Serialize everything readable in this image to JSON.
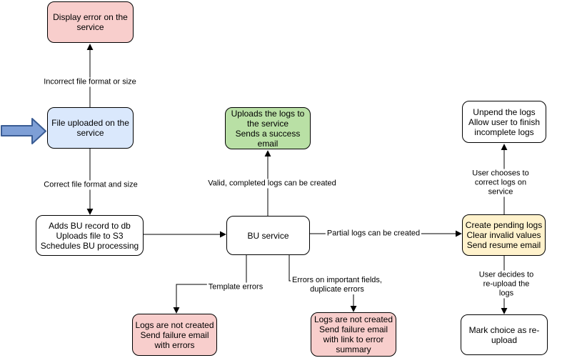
{
  "diagram": {
    "nodes": [
      {
        "id": "display-error",
        "label": "Display error on the\nservice",
        "color": "#f8cecc"
      },
      {
        "id": "file-uploaded",
        "label": "File uploaded on the\nservice",
        "color": "#dae8fc"
      },
      {
        "id": "adds-bu-record",
        "label": "Adds BU record to db\nUploads file to S3\nSchedules BU processing",
        "color": "#ffffff"
      },
      {
        "id": "bu-service",
        "label": "BU service",
        "color": "#ffffff"
      },
      {
        "id": "upload-success",
        "label": "Uploads the logs to\nthe service\nSends a success\nemail",
        "color": "#b9e0a5"
      },
      {
        "id": "unpend-logs",
        "label": "Unpend the logs\nAllow user to finish\nincomplete logs",
        "color": "#ffffff"
      },
      {
        "id": "create-pending-logs",
        "label": "Create pending logs\nClear invalid values\nSend resume email",
        "color": "#fff2cc"
      },
      {
        "id": "mark-reupload",
        "label": "Mark choice as re-\nupload",
        "color": "#ffffff"
      },
      {
        "id": "logs-failure-errors",
        "label": "Logs are not created\nSend failure email\nwith errors",
        "color": "#f8cecc"
      },
      {
        "id": "logs-failure-summary",
        "label": "Logs are not created\nSend failure email\nwith link to error\nsummary",
        "color": "#f8cecc"
      }
    ],
    "edge_labels": {
      "incorrect_file": "Incorrect file format or size",
      "correct_file": "Correct file format and size",
      "valid_logs": "Valid, completed logs can be created",
      "partial_logs": "Partial logs can be created",
      "template_errors": "Template errors",
      "important_field_errors": "Errors on important fields,\nduplicate errors",
      "user_chooses_correct": "User chooses to correct logs on service",
      "user_decides_reupload": "User decides to re-upload the logs"
    },
    "entry_arrow": {
      "name": "entry-point-arrow",
      "fill": "#7e9fd6",
      "stroke": "#3a5c94"
    },
    "line_color": "#000000"
  }
}
